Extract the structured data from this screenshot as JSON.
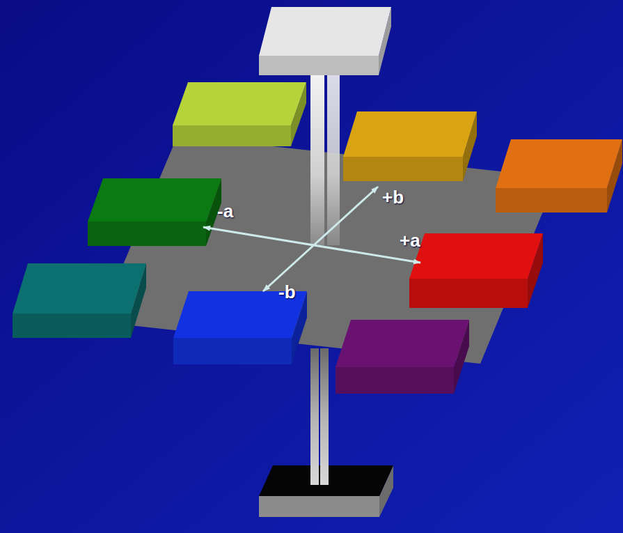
{
  "diagram": {
    "labels": [
      "+b",
      "-a",
      "+a",
      "-b"
    ]
  }
}
